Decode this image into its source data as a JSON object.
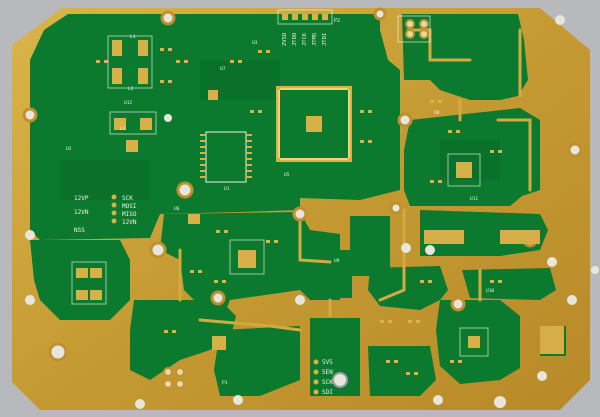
{
  "silkscreen": {
    "jtag_header": [
      "JTDI",
      "JTMS",
      "JTCK",
      "JTDO",
      "2V5D"
    ],
    "header_ref": "P2",
    "left_labels": [
      "12VP",
      "12VN",
      "NSS"
    ],
    "left_labels_right": [
      "SCK",
      "MOSI",
      "MISO",
      "12VN"
    ],
    "bottom_labels": [
      "5V5",
      "SEN",
      "SCK",
      "SDI"
    ],
    "refs": [
      "U2",
      "U1",
      "U3",
      "U5",
      "U8",
      "U6",
      "U7",
      "U9",
      "U10",
      "U11",
      "U12",
      "P1",
      "L1",
      "L2",
      "L3"
    ]
  },
  "colors": {
    "board": "#0b7a2e",
    "board_dark": "#086a26",
    "gold": "#c9a038",
    "gold_light": "#dcb850",
    "background": "#b8b9bc",
    "silk": "#f2f2e6"
  }
}
